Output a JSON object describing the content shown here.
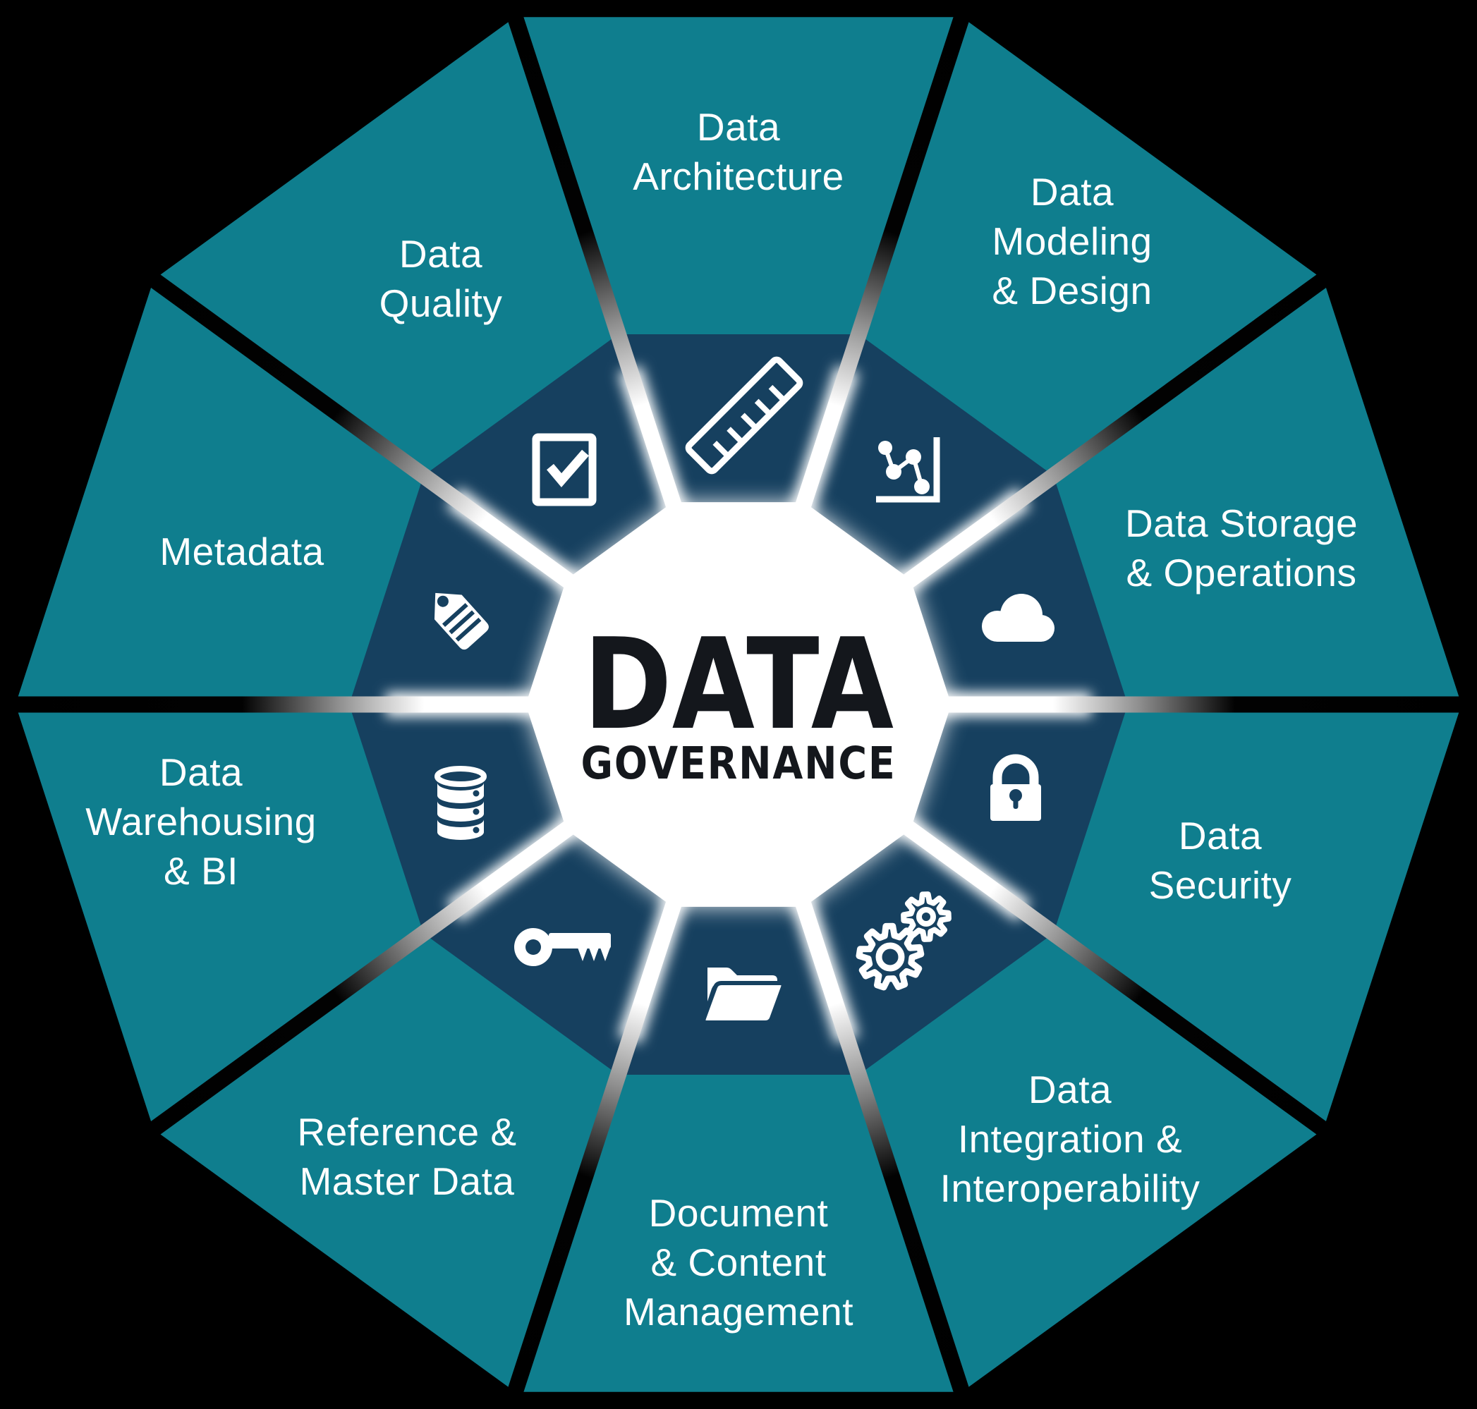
{
  "title": {
    "line1": "DATA",
    "line2": "GOVERNANCE"
  },
  "colors": {
    "background": "#000000",
    "outer_ring": "#0F7E8E",
    "inner_ring": "#16405F",
    "center_fill": "#FFFFFF",
    "title_color": "#14171C",
    "label_color": "#FFFFFF",
    "icon_color": "#FFFFFF"
  },
  "segments": [
    {
      "label_lines": [
        "Data",
        "Architecture"
      ],
      "icon": "ruler-icon"
    },
    {
      "label_lines": [
        "Data",
        "Modeling",
        "& Design"
      ],
      "icon": "chart-icon"
    },
    {
      "label_lines": [
        "Data Storage",
        "& Operations"
      ],
      "icon": "cloud-icon"
    },
    {
      "label_lines": [
        "Data",
        "Security"
      ],
      "icon": "lock-icon"
    },
    {
      "label_lines": [
        "Data",
        "Integration &",
        "Interoperability"
      ],
      "icon": "gears-icon"
    },
    {
      "label_lines": [
        "Document",
        "& Content",
        "Management"
      ],
      "icon": "folder-icon"
    },
    {
      "label_lines": [
        "Reference &",
        "Master Data"
      ],
      "icon": "key-icon"
    },
    {
      "label_lines": [
        "Data",
        "Warehousing",
        "& BI"
      ],
      "icon": "database-icon"
    },
    {
      "label_lines": [
        "Metadata"
      ],
      "icon": "tag-icon"
    },
    {
      "label_lines": [
        "Data",
        "Quality"
      ],
      "icon": "checkbox-icon"
    }
  ]
}
